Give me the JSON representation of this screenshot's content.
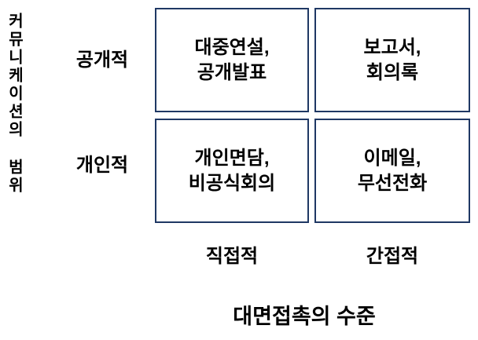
{
  "matrix": {
    "y_axis": {
      "label": "커뮤니케이션의 범위"
    },
    "x_axis": {
      "label": "대면접촉의 수준"
    },
    "rows": [
      {
        "label": "공개적"
      },
      {
        "label": "개인적"
      }
    ],
    "cols": [
      {
        "label": "직접적"
      },
      {
        "label": "간접적"
      }
    ],
    "cells": [
      {
        "row": "공개적",
        "col": "직접적",
        "line1": "대중연설,",
        "line2": "공개발표"
      },
      {
        "row": "공개적",
        "col": "간접적",
        "line1": "보고서,",
        "line2": "회의록"
      },
      {
        "row": "개인적",
        "col": "직접적",
        "line1": "개인면담,",
        "line2": "비공식회의"
      },
      {
        "row": "개인적",
        "col": "간접적",
        "line1": "이메일,",
        "line2": "무선전화"
      }
    ],
    "colors": {
      "border": "#1F3864",
      "text": "#000000",
      "background": "#FFFFFF"
    }
  }
}
